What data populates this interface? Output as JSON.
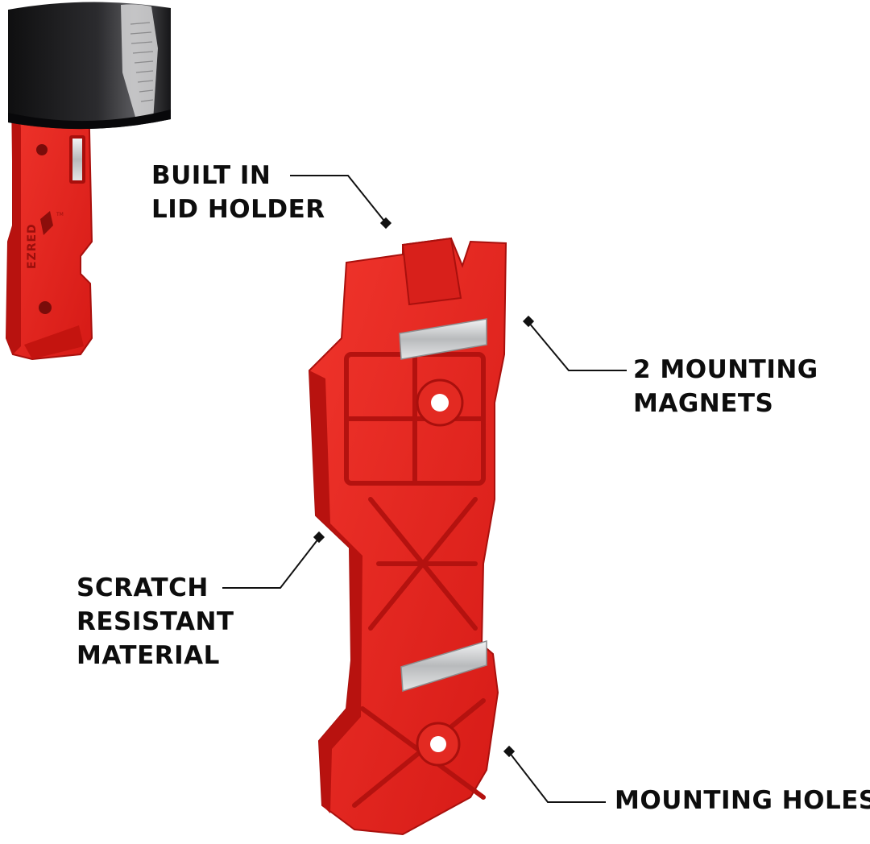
{
  "callouts": {
    "lid_holder": [
      "BUILT IN",
      "LID HOLDER"
    ],
    "magnets": [
      "2 MOUNTING",
      "MAGNETS"
    ],
    "scratch": [
      "SCRATCH",
      "RESISTANT",
      "MATERIAL"
    ],
    "holes": [
      "MOUNTING HOLES"
    ]
  },
  "product": {
    "brand_mark": "EZRED",
    "trademark": "TM"
  },
  "colors": {
    "body_red": "#e8201c",
    "body_red_dark": "#b8120f",
    "body_red_light": "#f24a3d",
    "lid_black": "#1c1c1e",
    "magnet_silver": "#c9cbcd",
    "text": "#0d0d0d"
  }
}
